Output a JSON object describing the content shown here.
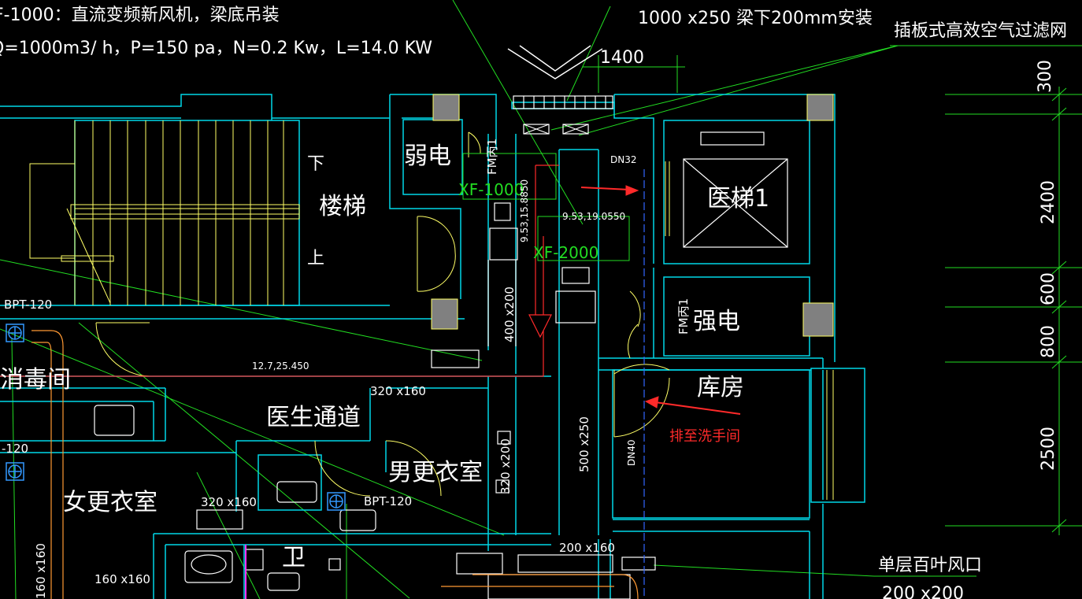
{
  "header": {
    "unit_title": "F-1000：直流变频新风机，梁底吊装",
    "unit_specs": "Q=1000m3/ h，P=150 pa，N=0.2 Kw，L=14.0 KW",
    "beam_note": "1000 x250 梁下200mm安装",
    "filter_note": "插板式高效空气过滤网"
  },
  "rooms": {
    "stair": "楼梯",
    "stair_down": "下",
    "stair_up": "上",
    "weak": "弱电",
    "strong": "强电",
    "elevator": "医梯1",
    "storage": "库房",
    "disinfect": "消毒间",
    "doctor_passage": "医生通道",
    "male_locker": "男更衣室",
    "female_locker": "女更衣室",
    "toilet": "卫"
  },
  "equipment": {
    "xf1000": "XF-1000",
    "xf2000": "XF-2000",
    "fm1": "FM丙1",
    "fm2": "FM丙1",
    "bpt1": "BPT-120",
    "bpt2": "BPT-120",
    "bpt3": "-120"
  },
  "dimensions": {
    "d1400": "1400",
    "d300": "300",
    "d2400": "2400",
    "d600": "600",
    "d800": "800",
    "d2500": "2500",
    "duct_400x200": "400 x200",
    "duct_500x250": "500 x250",
    "duct_320x160_a": "320 x160",
    "duct_320x160_b": "320 x160",
    "duct_320x200": "320 x200",
    "duct_200x160": "200 x160",
    "duct_160x160_a": "160 x160",
    "duct_160x160_b": "160 x160",
    "duct_200x200": "200 x200",
    "elev_a": "9.53,15.8850",
    "elev_b": "9.53,19.0550",
    "elev_c": "12.7,25.450",
    "pipe_dn32": "DN32",
    "pipe_dn40": "DN40"
  },
  "annotations": {
    "drain_to_washroom": "排至洗手间",
    "louver_note": "单层百叶风口"
  },
  "colors": {
    "wall": "#00d7e8",
    "furniture": "#ffff66",
    "leader": "#22dd22",
    "pipe": "#ff2a2a",
    "duct_orange": "#ff9933",
    "column": "#808080"
  }
}
